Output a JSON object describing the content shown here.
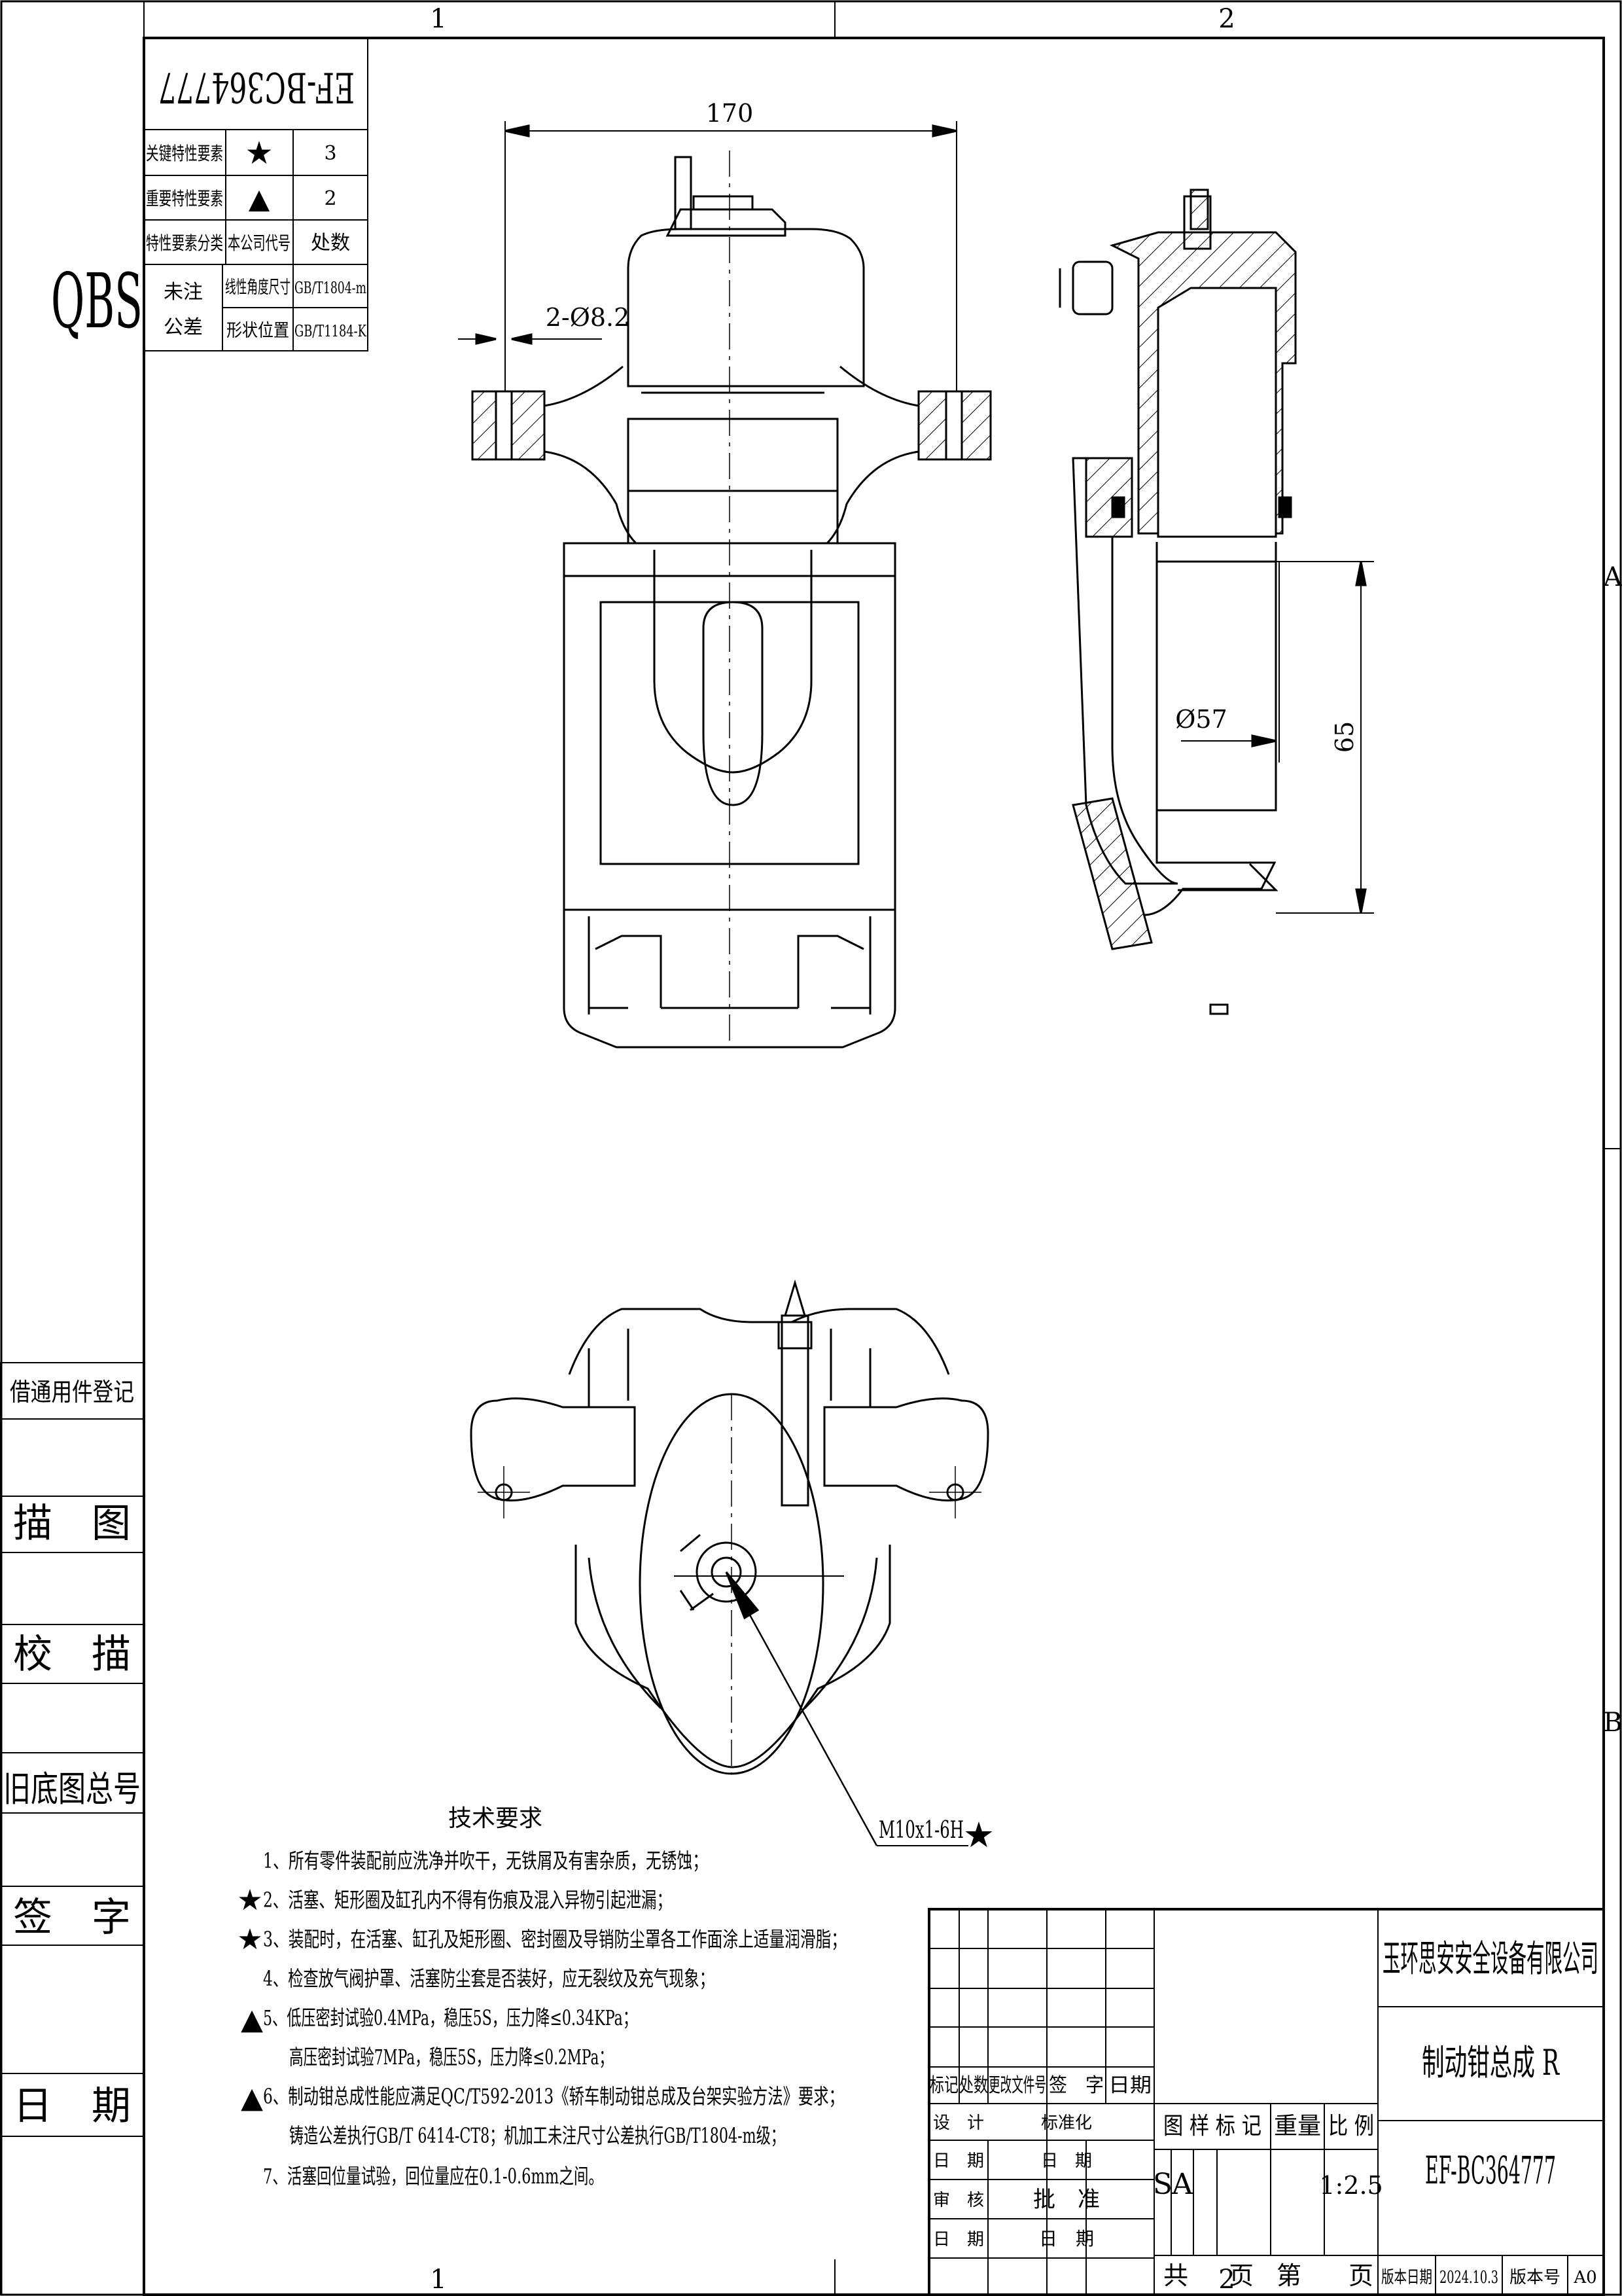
{
  "frame": {
    "zone_cols": [
      "1",
      "2"
    ],
    "zone_rows": [
      "A",
      "B"
    ]
  },
  "logo": "QBS",
  "drawing_no_mirrored": "EF-BC364777",
  "char_table": {
    "rows": [
      {
        "label": "关键特性要素",
        "symbol": "★",
        "value": "3"
      },
      {
        "label": "重要特性要素",
        "symbol": "▲",
        "value": "2"
      },
      {
        "label": "特性要素分类",
        "symbol": "本公司代号",
        "value": "处数"
      }
    ],
    "tol_label_1": "未注",
    "tol_label_2": "公差",
    "tol_rows": [
      {
        "label": "线性角度尺寸",
        "std": "GB/T1804-m"
      },
      {
        "label": "形状位置",
        "std": "GB/T1184-K"
      }
    ]
  },
  "side_labels": [
    "借通用件登记",
    "描　图",
    "校　描",
    "旧底图总号",
    "签　字",
    "日　期"
  ],
  "dims": {
    "width": "170",
    "holes": "2-Ø8.2",
    "bore": "Ø57",
    "height": "65",
    "thread": "M10x1-6H",
    "thread_mark": "★"
  },
  "tech": {
    "title": "技术要求",
    "items": [
      {
        "mark": "",
        "text": "1、所有零件装配前应洗净并吹干，无铁屑及有害杂质，无锈蚀；"
      },
      {
        "mark": "★",
        "text": "2、活塞、矩形圈及缸孔内不得有伤痕及混入异物引起泄漏；"
      },
      {
        "mark": "★",
        "text": "3、装配时，在活塞、缸孔及矩形圈、密封圈及导销防尘罩各工作面涂上适量润滑脂；"
      },
      {
        "mark": "",
        "text": "4、检查放气阀护罩、活塞防尘套是否装好，应无裂纹及充气现象；"
      },
      {
        "mark": "▲",
        "text": "5、低压密封试验0.4MPa，稳压5S，压力降≤0.34KPa；"
      },
      {
        "mark": "",
        "text": "高压密封试验7MPa，稳压5S，压力降≤0.2MPa；"
      },
      {
        "mark": "▲",
        "text": "6、制动钳总成性能应满足QC/T592-2013《轿车制动钳总成及台架实验方法》要求；"
      },
      {
        "mark": "",
        "text": "铸造公差执行GB/T 6414-CT8；机加工未注尺寸公差执行GB/T1804-m级；"
      },
      {
        "mark": "",
        "text": "7、活塞回位量试验，回位量应在0.1-0.6mm之间。"
      }
    ]
  },
  "title_block": {
    "company": "玉环思安安全设备有限公司",
    "part_name": "制动钳总成 R",
    "drawing_no": "EF-BC364777",
    "rev_headers": [
      "标记",
      "处数",
      "更改文件号",
      "签　字",
      "日期"
    ],
    "design": "设　计",
    "std": "标准化",
    "date": "日　期",
    "review": "审　核",
    "approve": "批　准",
    "sample_mark": "图 样 标 记",
    "weight": "重量",
    "scale": "比 例",
    "mark_s": "S",
    "mark_a": "A",
    "scale_value": "1:2.5",
    "total": "共",
    "page": "页",
    "nth": "第",
    "ver_date_label": "版本日期",
    "ver_date": "2024.10.3",
    "ver_no_label": "版本号",
    "ver_no": "A0"
  }
}
